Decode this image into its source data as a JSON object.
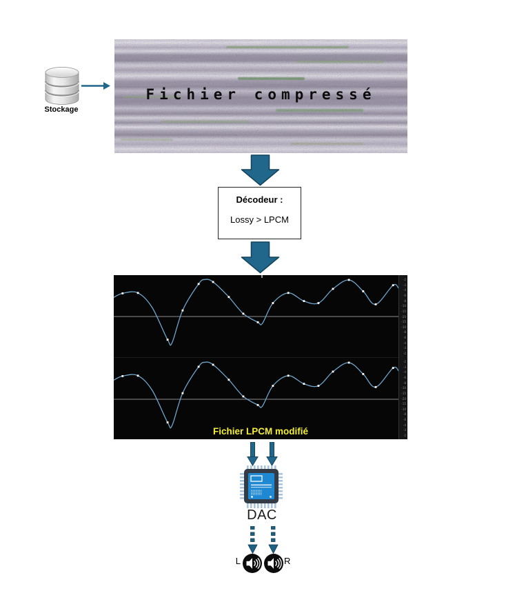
{
  "palette": {
    "arrow_fill": "#21678C",
    "arrow_stroke": "#14445D",
    "panel_bg": "#060606",
    "wave_line": "#6FA6CD",
    "wave_dot": "#FFFFFF",
    "zero_line": "#8E8E8E",
    "label_yellow": "#F2EE35",
    "chip_screen": "#1E88D2",
    "chip_body": "#333B47",
    "chip_pins": "#A9C4DD",
    "speaker_circle": "#0C0C0C"
  },
  "storage": {
    "label": "Stockage",
    "icon": "database-cylinder-icon"
  },
  "compressed_file": {
    "label": "Fichier compressé"
  },
  "decoder": {
    "title": "Décodeur :",
    "subtitle": "Lossy > LPCM"
  },
  "waveform_panel": {
    "label": "Fichier LPCM modifié",
    "ruler_labels_per_channel": [
      "-2",
      "-3",
      "-4",
      "-6",
      "-8",
      "-10",
      "-15",
      "-20",
      "-15",
      "-10",
      "-8",
      "-6",
      "-4",
      "-3",
      "-2"
    ]
  },
  "dac": {
    "label": "DAC",
    "icon": "dac-chip-icon"
  },
  "outputs": {
    "left": "L",
    "right": "R",
    "icon": "speaker-icon"
  },
  "chart_data": {
    "type": "line",
    "title": "Fichier LPCM modifié",
    "channels": [
      "L",
      "R"
    ],
    "note": "Two identical stereo channels; smooth interpolated waveform with white sample dots; gray zero line per channel; dB ruler on right edge",
    "amplitude_range": [
      -1,
      1
    ],
    "points": [
      [
        0.0,
        0.47,
        0
      ],
      [
        0.031,
        0.57,
        1
      ],
      [
        0.085,
        0.58,
        1
      ],
      [
        0.135,
        0.22,
        0
      ],
      [
        0.189,
        -0.57,
        1
      ],
      [
        0.205,
        -0.64,
        0
      ],
      [
        0.242,
        0.15,
        1
      ],
      [
        0.298,
        0.8,
        1
      ],
      [
        0.32,
        0.91,
        0
      ],
      [
        0.349,
        0.85,
        1
      ],
      [
        0.404,
        0.48,
        1
      ],
      [
        0.455,
        0.07,
        1
      ],
      [
        0.506,
        -0.14,
        1
      ],
      [
        0.522,
        -0.17,
        0
      ],
      [
        0.559,
        0.33,
        1
      ],
      [
        0.613,
        0.58,
        1
      ],
      [
        0.668,
        0.38,
        1
      ],
      [
        0.719,
        0.33,
        1
      ],
      [
        0.77,
        0.68,
        1
      ],
      [
        0.826,
        0.9,
        1
      ],
      [
        0.876,
        0.62,
        1
      ],
      [
        0.92,
        0.3,
        1
      ],
      [
        0.981,
        0.77,
        1
      ],
      [
        1.0,
        0.7,
        0
      ]
    ]
  }
}
